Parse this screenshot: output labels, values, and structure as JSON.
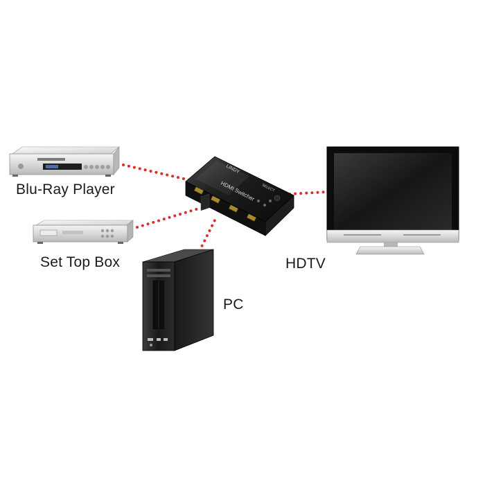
{
  "devices": {
    "bluray": {
      "label": "Blu-Ray Player"
    },
    "set_top_box": {
      "label": "Set Top Box"
    },
    "hdtv": {
      "label": "HDTV"
    },
    "pc": {
      "label": "PC"
    }
  },
  "switcher": {
    "title": "HDMI Switcher",
    "brand": "LINDY",
    "button_label": "SELECT"
  },
  "colors": {
    "connection": "#d9302b",
    "device_dark": "#1c1c1c",
    "device_silver": "#d8d8d8",
    "background": "#ffffff",
    "label_text": "#1a1a1a"
  }
}
